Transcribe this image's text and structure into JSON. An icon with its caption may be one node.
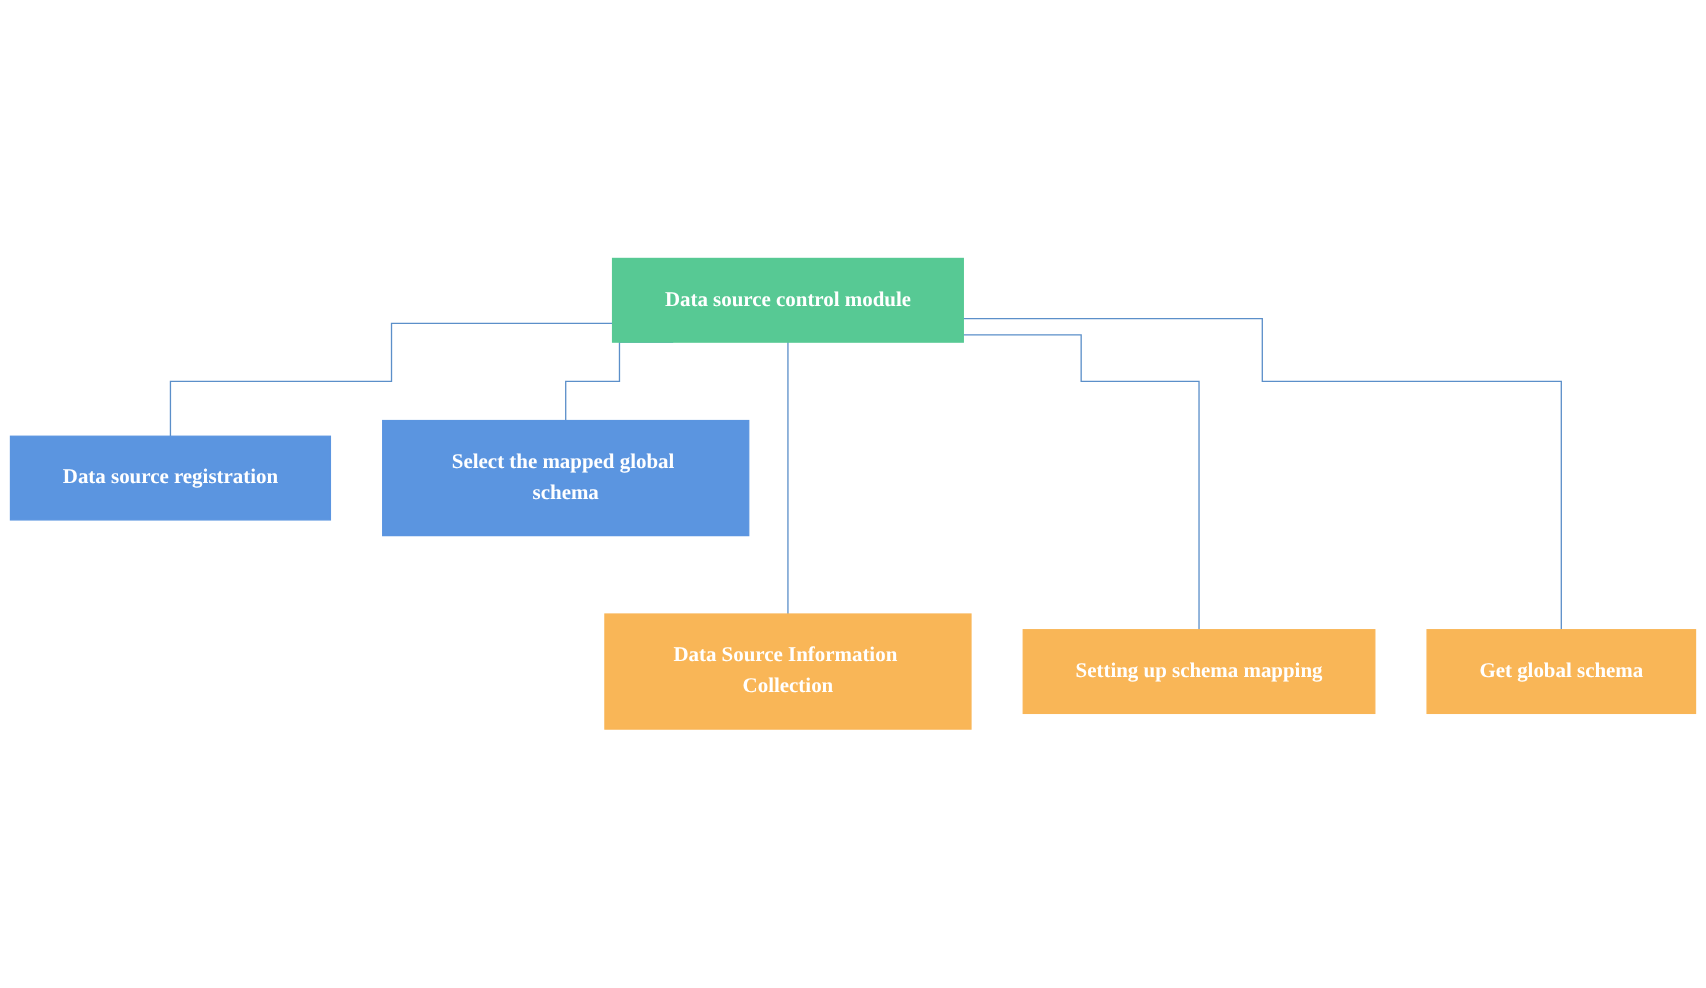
{
  "diagram": {
    "nodes": [
      {
        "text": [
          "Data source control module"
        ]
      },
      {
        "text": [
          "Data source registration"
        ]
      },
      {
        "text": [
          "Select the mapped global schema"
        ]
      },
      {
        "text": [
          "Data Source Information Collection"
        ]
      },
      {
        "text": [
          "Setting up schema mapping"
        ]
      },
      {
        "text": [
          "Get global schema"
        ]
      }
    ],
    "edges": [
      {
        "from": 0,
        "to": 1,
        "arrow": "none"
      },
      {
        "from": 0,
        "to": 2,
        "arrow": "none"
      },
      {
        "from": 0,
        "to": 3,
        "arrow": "none"
      },
      {
        "from": 0,
        "to": 4,
        "arrow": "none"
      },
      {
        "from": 0,
        "to": 5,
        "arrow": "none"
      }
    ]
  }
}
